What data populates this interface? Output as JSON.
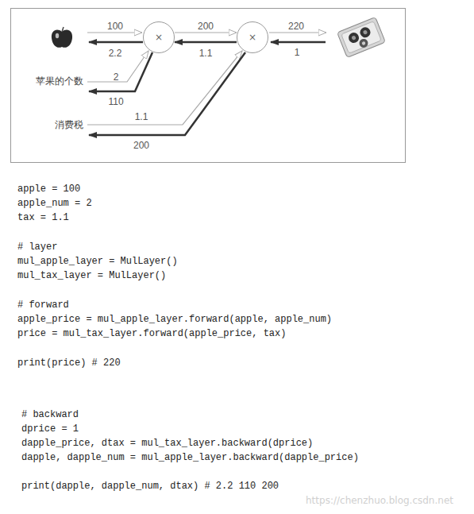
{
  "diagram": {
    "nodes": [
      {
        "text": [
          "×"
        ]
      },
      {
        "text": [
          "×"
        ]
      }
    ],
    "edges": [
      {
        "from": 0,
        "to": 1,
        "label": "200",
        "arrow": "to"
      },
      {
        "from": 1,
        "to": 0,
        "label": "1.1",
        "arrow": "to"
      }
    ],
    "labels": [
      "100",
      "2.2",
      "220",
      "1",
      "苹果的个数",
      "2",
      "110",
      "消费税",
      "1.1",
      "200",
      "apple = 100",
      "apple_num = 2",
      "tax = 1.1",
      "# layer",
      "mul_apple_layer = MulLayer()",
      "mul_tax_layer = MulLayer()",
      "# forward",
      "apple_price = mul_apple_layer.forward(apple, apple_num)",
      "price = mul_tax_layer.forward(apple_price, tax)",
      "print(price) # 220",
      "# backward",
      "dprice = 1",
      "dapple_price, dtax = mul_tax_layer.backward(dprice)",
      "dapple, dapple_num = mul_apple_layer.backward(dapple_price)",
      "print(dapple, dapple_num, dtax) # 2.2 110 200",
      "https://chenzhuo.blog.csdn.net"
    ]
  }
}
